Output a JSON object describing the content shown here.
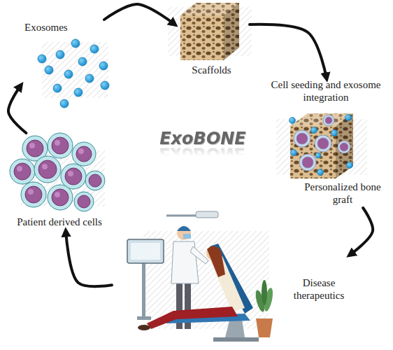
{
  "diagram": {
    "nodes": [
      {
        "text": [
          "Exosomes"
        ]
      },
      {
        "text": [
          "Scaffolds"
        ]
      },
      {
        "text": [
          "Cell seeding and exosome integration",
          "Personalized bone graft"
        ]
      },
      {
        "text": [
          "Disease therapeutics"
        ]
      },
      {
        "text": [
          "Patient derived cells"
        ]
      }
    ],
    "edges": [
      {
        "from": 4,
        "to": 0,
        "arrow": "to"
      },
      {
        "from": 0,
        "to": 1,
        "arrow": "to"
      },
      {
        "from": 1,
        "to": 2,
        "arrow": "to"
      },
      {
        "from": 2,
        "to": 3,
        "arrow": "to"
      },
      {
        "from": 3,
        "to": 4,
        "arrow": "to"
      }
    ],
    "labels": [
      "ExoBONE"
    ]
  }
}
